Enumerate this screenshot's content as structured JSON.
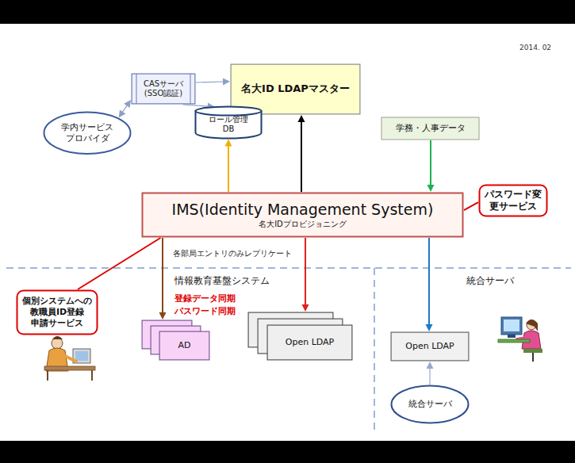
{
  "diagram": {
    "nodes": [
      {
        "text": [
          "CASサーバ (SSO認証)"
        ]
      },
      {
        "text": [
          "名大ID LDAPマスター"
        ]
      },
      {
        "text": [
          "学内サービス プロバイダ"
        ]
      },
      {
        "text": [
          "ロール管理 DB"
        ]
      },
      {
        "text": [
          "学務・人事データ"
        ]
      },
      {
        "text": [
          "パスワード変 更サービス"
        ]
      },
      {
        "text": [
          "IMS(Identity Management System)",
          "名大IDプロビジョニング"
        ]
      },
      {
        "text": [
          "個別システムへの 教職員ID登録 申請サービス"
        ]
      },
      {
        "text": [
          "AD"
        ]
      },
      {
        "text": [
          "Open LDAP"
        ]
      },
      {
        "text": [
          "Open LDAP"
        ]
      },
      {
        "text": [
          "統合サーバ"
        ]
      }
    ],
    "edges": [
      {
        "from": 2,
        "to": 0,
        "arrow": "both"
      },
      {
        "from": 0,
        "to": 1,
        "arrow": "to"
      },
      {
        "from": 0,
        "to": 3,
        "arrow": "to"
      },
      {
        "from": 6,
        "to": 1,
        "arrow": "to"
      },
      {
        "from": 6,
        "to": 3,
        "arrow": "to"
      },
      {
        "from": 4,
        "to": 6,
        "arrow": "to"
      },
      {
        "from": 6,
        "to": 8,
        "arrow": "to"
      },
      {
        "from": 6,
        "to": 9,
        "arrow": "to"
      },
      {
        "from": 6,
        "to": 10,
        "arrow": "to"
      },
      {
        "from": 11,
        "to": 10,
        "arrow": "to"
      },
      {
        "from": 5,
        "to": 6,
        "arrow": "none"
      },
      {
        "from": 7,
        "to": 6,
        "arrow": "none"
      }
    ],
    "labels": [
      "2014. 02",
      "各部局エントリのみレプリケート",
      "情報教育基盤システム",
      "登録データ同期",
      "パスワード同期",
      "統合サーバ"
    ]
  }
}
